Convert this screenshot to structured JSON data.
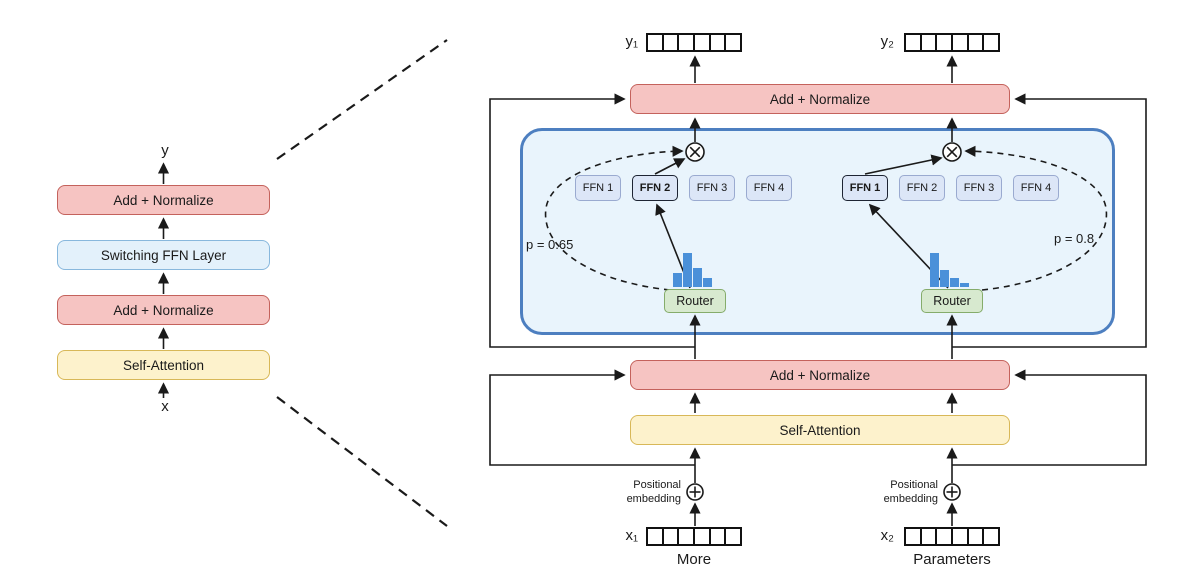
{
  "left_diagram": {
    "output_label": "y",
    "input_label": "x",
    "blocks": [
      {
        "label": "Add + Normalize"
      },
      {
        "label": "Switching FFN Layer"
      },
      {
        "label": "Add + Normalize"
      },
      {
        "label": "Self-Attention"
      }
    ]
  },
  "right_diagram": {
    "token_cells": 6,
    "outputs": [
      {
        "label": "y₁"
      },
      {
        "label": "y₂"
      }
    ],
    "add_normalize_top": "Add + Normalize",
    "switch_layer": {
      "left_expert_group": {
        "ffn_labels": [
          "FFN 1",
          "FFN 2",
          "FFN 3",
          "FFN 4"
        ],
        "selected_ffn": "FFN 2",
        "gate_probability_label": "p = 0.65",
        "router_label": "Router",
        "router_distribution": [
          0.4,
          1.0,
          0.55,
          0.25
        ]
      },
      "right_expert_group": {
        "ffn_labels": [
          "FFN 1",
          "FFN 2",
          "FFN 3",
          "FFN 4"
        ],
        "selected_ffn": "FFN 1",
        "gate_probability_label": "p = 0.8",
        "router_label": "Router",
        "router_distribution": [
          1.0,
          0.5,
          0.25,
          0.12
        ]
      }
    },
    "add_normalize_bottom": "Add + Normalize",
    "self_attention": "Self-Attention",
    "positional_embedding_label": "Positional embedding",
    "inputs": [
      {
        "label": "x₁",
        "token_text": "More"
      },
      {
        "label": "x₂",
        "token_text": "Parameters"
      }
    ]
  },
  "colors": {
    "add_normalize_fill": "#f6c4c2",
    "add_normalize_border": "#c4625c",
    "attention_fill": "#fdf2cc",
    "attention_border": "#d8b858",
    "switch_layer_fill": "#e3f1fb",
    "switch_layer_border": "#88b8dd",
    "expert_container_fill": "#e9f4fc",
    "expert_container_border": "#4d7fc0",
    "ffn_fill": "#dce6f7",
    "ffn_border": "#9aaad0",
    "ffn_selected_border": "#1d2433",
    "router_fill": "#d7e9cf",
    "router_border": "#85ac6b",
    "histogram_bar": "#4a90d9",
    "line": "#1a1a1a"
  }
}
